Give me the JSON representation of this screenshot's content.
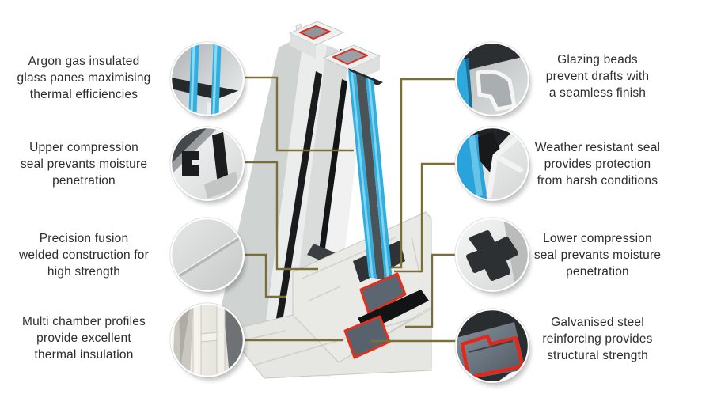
{
  "title": "uPVC window profile cutaway infographic",
  "colors": {
    "background": "#ffffff",
    "connector_line": "#7b6f37",
    "text": "#2d2d2d",
    "glass_blue": "#30aede",
    "steel_red": "#e0301e",
    "pvc_white": "#e9eae5",
    "seal_black": "#17181a"
  },
  "center_illustration": {
    "name": "upvc-window-frame-cutaway",
    "description": "3D cutaway cross-section of a double-glazed uPVC window frame with sash, seals, steel reinforcement and argon-filled glazing"
  },
  "callouts": {
    "left": [
      {
        "id": "argon-glass",
        "thumbnail": "argon-gas-glass-detail",
        "lines": [
          "Argon gas insulated",
          "glass panes maximising",
          "thermal efficiencies"
        ]
      },
      {
        "id": "upper-seal",
        "thumbnail": "upper-compression-seal-detail",
        "lines": [
          "Upper compression",
          "seal prevants moisture",
          "penetration"
        ]
      },
      {
        "id": "fusion-weld",
        "thumbnail": "fusion-weld-detail",
        "lines": [
          "Precision fusion",
          "welded construction for",
          "high strength"
        ]
      },
      {
        "id": "multi-chamber",
        "thumbnail": "multi-chamber-profile-detail",
        "lines": [
          "Multi chamber profiles",
          "provide excellent",
          "thermal insulation"
        ]
      }
    ],
    "right": [
      {
        "id": "glazing-beads",
        "thumbnail": "glazing-bead-detail",
        "lines": [
          "Glazing beads",
          "prevent drafts with",
          "a seamless finish"
        ]
      },
      {
        "id": "weather-seal",
        "thumbnail": "weather-resistant-seal-detail",
        "lines": [
          "Weather resistant seal",
          "provides protection",
          "from harsh conditions"
        ]
      },
      {
        "id": "lower-seal",
        "thumbnail": "lower-compression-seal-detail",
        "lines": [
          "Lower compression",
          "seal prevants moisture",
          "penetration"
        ]
      },
      {
        "id": "galvanised-steel",
        "thumbnail": "galvanised-steel-detail",
        "lines": [
          "Galvanised steel",
          "reinforcing provides",
          "structural strength"
        ]
      }
    ]
  }
}
